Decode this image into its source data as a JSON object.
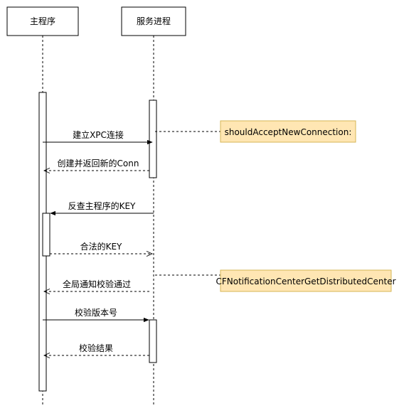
{
  "participants": {
    "main": "主程序",
    "service": "服务进程"
  },
  "messages": {
    "establish": "建立XPC连接",
    "create_return": "创建并返回新的Conn",
    "reverse_check": "反查主程序的KEY",
    "valid_key": "合法的KEY",
    "global_notify": "全局通知校验通过",
    "check_version": "校验版本号",
    "check_result": "校验结果"
  },
  "notes": {
    "should_accept": "shouldAcceptNewConnection:",
    "cf_center": "CFNotificationCenterGetDistributedCenter"
  },
  "colors": {
    "note_fill": "#ffe6b3",
    "note_stroke": "#d6b656",
    "line": "#000000"
  }
}
